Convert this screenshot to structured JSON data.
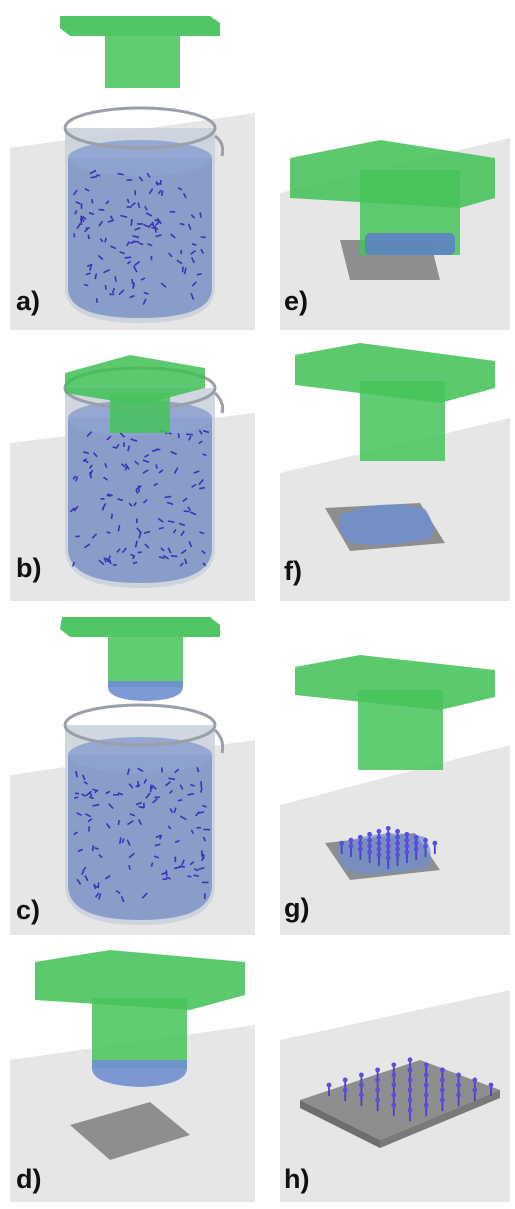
{
  "panels": [
    {
      "id": "a",
      "label": "a)"
    },
    {
      "id": "b",
      "label": "b)"
    },
    {
      "id": "c",
      "label": "c)"
    },
    {
      "id": "d",
      "label": "d)"
    },
    {
      "id": "e",
      "label": "e)"
    },
    {
      "id": "f",
      "label": "f)"
    },
    {
      "id": "g",
      "label": "g)"
    },
    {
      "id": "h",
      "label": "h)"
    }
  ],
  "colors": {
    "stamp_green": "#3fbf55",
    "stamp_green_dark": "#2f9a42",
    "liquid_blue": "#7d93c4",
    "molecule_indigo": "#3a32b8",
    "substrate_gray": "#8e8e8e",
    "floor_gray": "#e4e4e4",
    "background": "#ffffff"
  }
}
